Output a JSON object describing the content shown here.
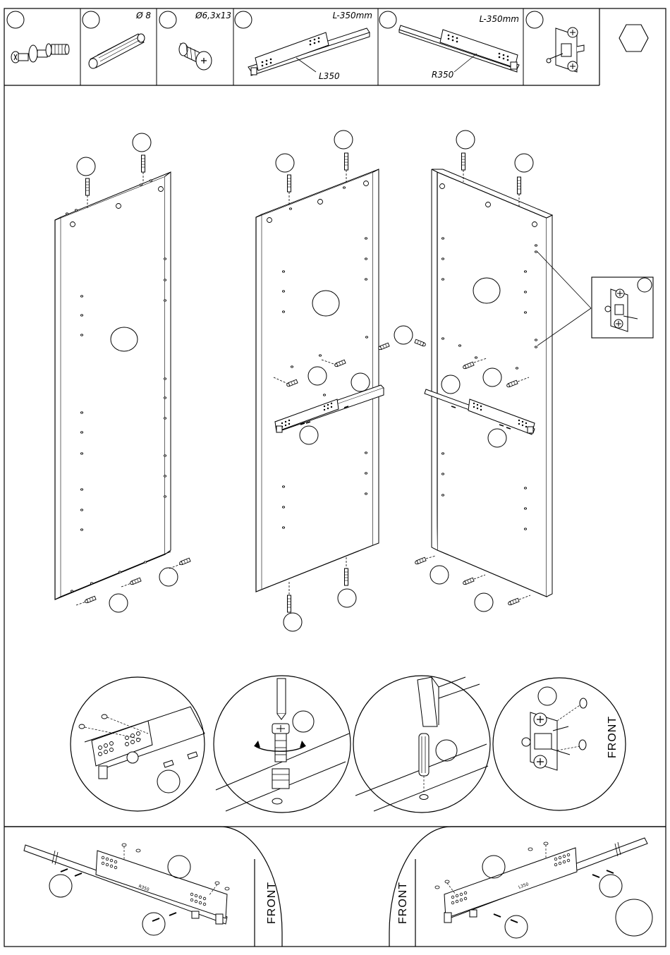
{
  "parts": [
    {
      "id": "cam-bolt",
      "spec": "",
      "icon": "cam-bolt-icon"
    },
    {
      "id": "dowel",
      "spec": "Ø 8",
      "icon": "dowel-icon"
    },
    {
      "id": "screw",
      "spec": "Ø6,3x13",
      "icon": "screw-icon"
    },
    {
      "id": "slide-left",
      "spec": "L-350mm",
      "callout": "L350",
      "icon": "drawer-slide-left-icon"
    },
    {
      "id": "slide-right",
      "spec": "L-350mm",
      "callout": "R350",
      "icon": "drawer-slide-right-icon"
    },
    {
      "id": "hinge",
      "spec": "",
      "icon": "hinge-plate-icon"
    }
  ],
  "tool": {
    "icon": "hex-key-icon"
  },
  "detail_labels": {
    "front_hinge": "FRONT",
    "front_slide_left": "FRONT",
    "front_slide_right": "FRONT"
  },
  "slide_stamp": {
    "left": "R350",
    "right": "L350"
  }
}
